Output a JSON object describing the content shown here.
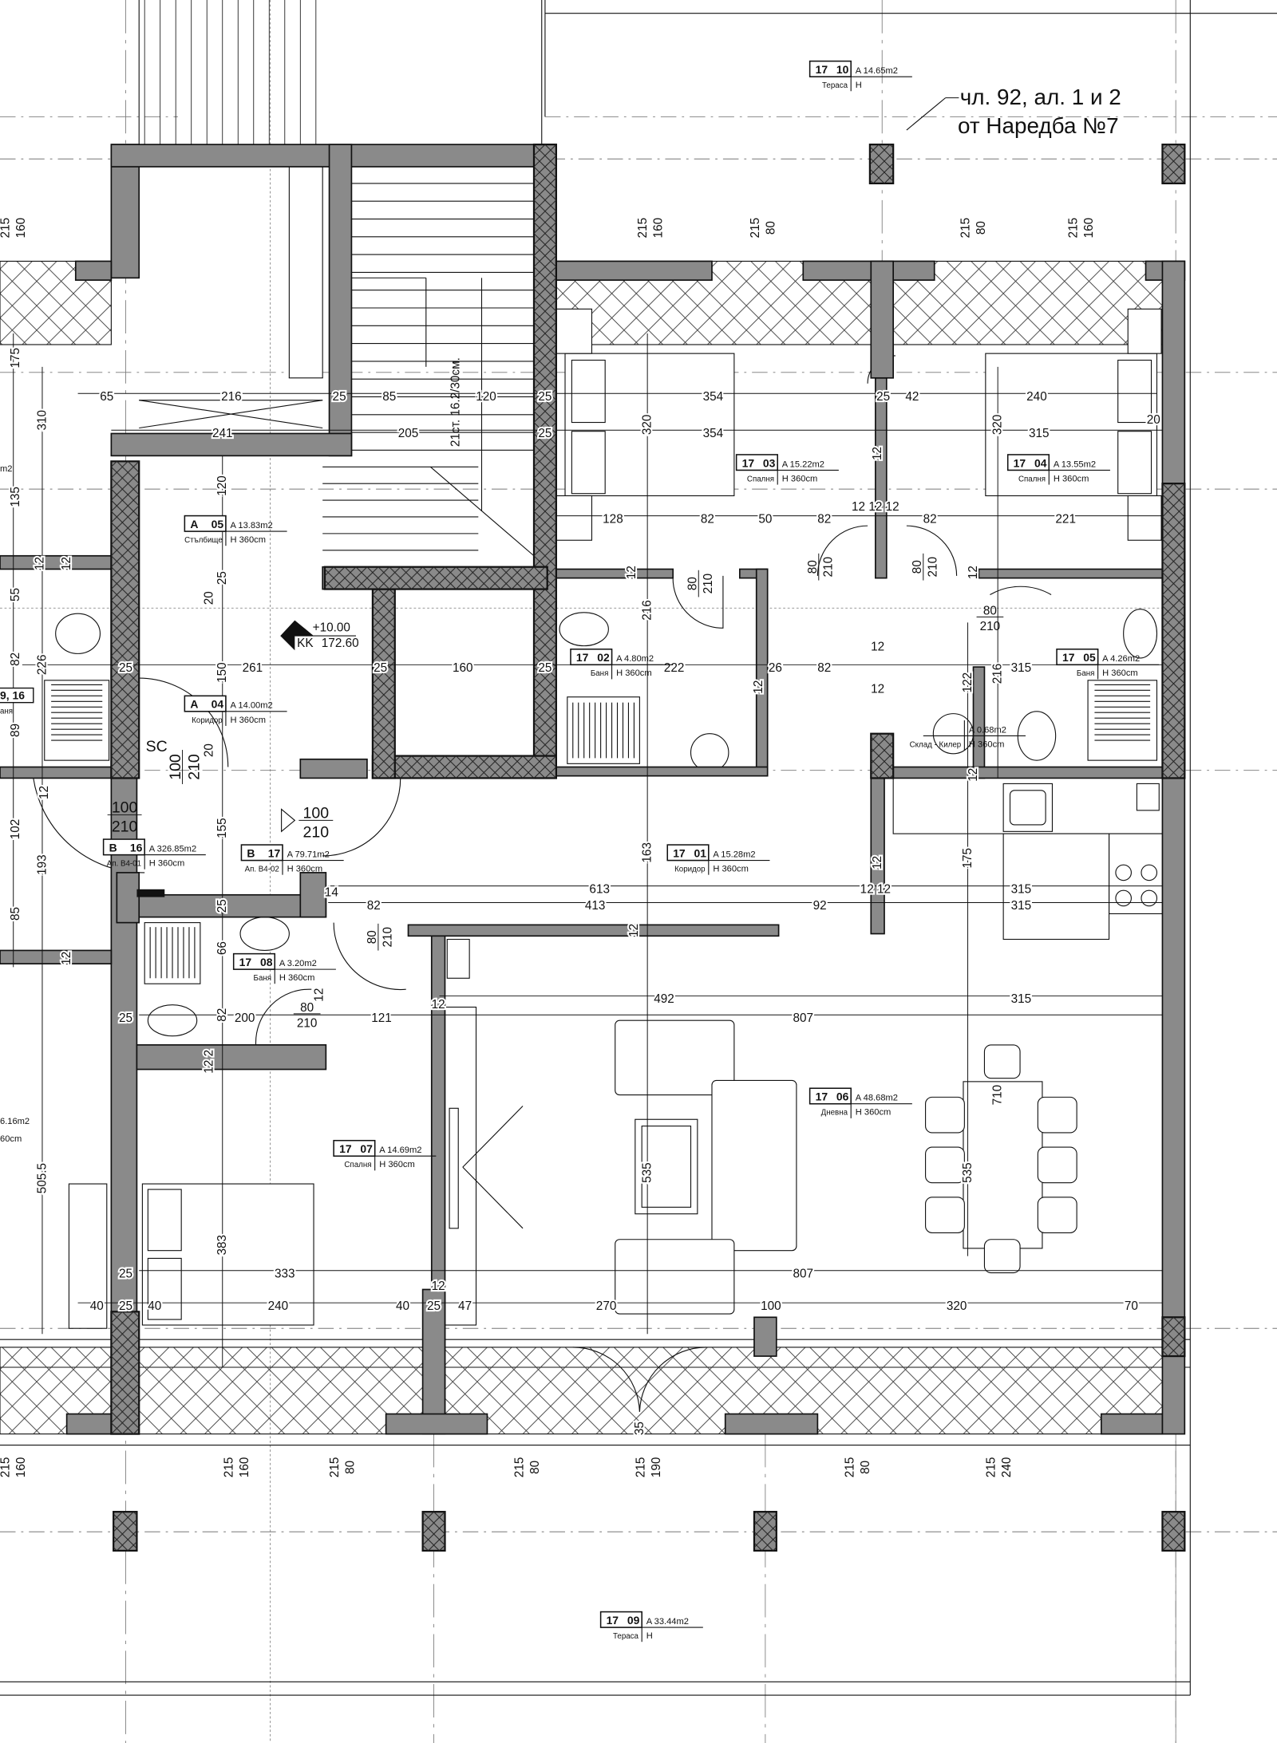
{
  "annotation": {
    "line1": "чл. 92, ал. 1 и 2",
    "line2": "от Наредба №7"
  },
  "level": {
    "elevation": "+10.00",
    "kk_label": "KK",
    "kk_value": "172.60"
  },
  "stair_label": "21ст. 16.2/30см.",
  "shaft_label": "SC",
  "rooms": [
    {
      "code": "17",
      "num": "10",
      "area": "A 14.65m2",
      "name": "Тераса",
      "height": "H"
    },
    {
      "code": "17",
      "num": "03",
      "area": "A 15.22m2",
      "name": "Спалня",
      "height": "H 360cm"
    },
    {
      "code": "17",
      "num": "04",
      "area": "A 13.55m2",
      "name": "Спалня",
      "height": "H 360cm"
    },
    {
      "code": "A",
      "num": "05",
      "area": "A 13.83m2",
      "name": "Стълбище",
      "height": "H 360cm"
    },
    {
      "code": "A",
      "num": "04",
      "area": "A 14.00m2",
      "name": "Коридор",
      "height": "H 360cm"
    },
    {
      "code": "17",
      "num": "02",
      "area": "A 4.80m2",
      "name": "Баня",
      "height": "H 360cm"
    },
    {
      "code": "17",
      "num": "05",
      "area": "A 4.26m2",
      "name": "Баня",
      "height": "H 360cm"
    },
    {
      "code": "",
      "num": "",
      "area": "A 0.68m2",
      "name": "Склад - Килер",
      "height": "H 360cm"
    },
    {
      "code": "B",
      "num": "16",
      "area": "A 326.85m2",
      "name": "Ап. B4-01",
      "height": "H 360cm"
    },
    {
      "code": "B",
      "num": "17",
      "area": "A 79.71m2",
      "name": "Ап. B4-02",
      "height": "H 360cm"
    },
    {
      "code": "17",
      "num": "01",
      "area": "A 15.28m2",
      "name": "Коридор",
      "height": "H 360cm"
    },
    {
      "code": "17",
      "num": "08",
      "area": "A 3.20m2",
      "name": "Баня",
      "height": "H 360cm"
    },
    {
      "code": "17",
      "num": "06",
      "area": "A 48.68m2",
      "name": "Дневна",
      "height": "H 360cm"
    },
    {
      "code": "17",
      "num": "07",
      "area": "A 14.69m2",
      "name": "Спалня",
      "height": "H 360cm"
    },
    {
      "code": "17",
      "num": "09",
      "area": "A 33.44m2",
      "name": "Тераса",
      "height": "H"
    }
  ],
  "partial_labels": [
    "m2",
    "9, 16",
    "аня",
    "6.16m2",
    "60cm"
  ],
  "dimensions": [
    "65",
    "216",
    "25",
    "85",
    "120",
    "25",
    "354",
    "25",
    "42",
    "240",
    "20",
    "241",
    "205",
    "25",
    "354",
    "315",
    "128",
    "82",
    "50",
    "82",
    "12 12 12",
    "82",
    "221",
    "261",
    "25",
    "160",
    "25",
    "222",
    "26",
    "82",
    "315",
    "25",
    "613",
    "12 12",
    "315",
    "14",
    "82",
    "413",
    "92",
    "315",
    "492",
    "315",
    "200",
    "121",
    "807",
    "25",
    "333",
    "807",
    "25",
    "40",
    "25",
    "40",
    "240",
    "40",
    "25",
    "47",
    "270",
    "100",
    "320",
    "70",
    "12",
    "12",
    "12",
    "12",
    "175",
    "135",
    "55",
    "82",
    "89",
    "102",
    "85",
    "310",
    "226",
    "193",
    "505.5",
    "12",
    "12",
    "12",
    "12",
    "120",
    "25",
    "20",
    "150",
    "20",
    "155",
    "25",
    "66",
    "82",
    "12 2",
    "383",
    "320",
    "216",
    "163",
    "12",
    "320",
    "216",
    "122",
    "175",
    "710",
    "535",
    "535",
    "12",
    "12",
    "12",
    "12",
    "12",
    "12",
    "12",
    "35",
    "215",
    "160",
    "215",
    "160",
    "215",
    "80",
    "215",
    "80",
    "215",
    "160",
    "215",
    "160",
    "215",
    "160",
    "215",
    "80",
    "215",
    "80",
    "215",
    "190",
    "215",
    "80",
    "215",
    "240"
  ],
  "doors": [
    {
      "w": "80",
      "h": "210"
    },
    {
      "w": "80",
      "h": "210"
    },
    {
      "w": "80",
      "h": "210"
    },
    {
      "w": "80",
      "h": "210"
    },
    {
      "w": "100",
      "h": "210"
    },
    {
      "w": "100",
      "h": "210"
    },
    {
      "w": "100",
      "h": "210"
    },
    {
      "w": "80",
      "h": "210"
    },
    {
      "w": "80",
      "h": "210"
    }
  ],
  "colors": {
    "wall": "#8a8a8a",
    "line": "#111111",
    "grid": "#777777"
  }
}
